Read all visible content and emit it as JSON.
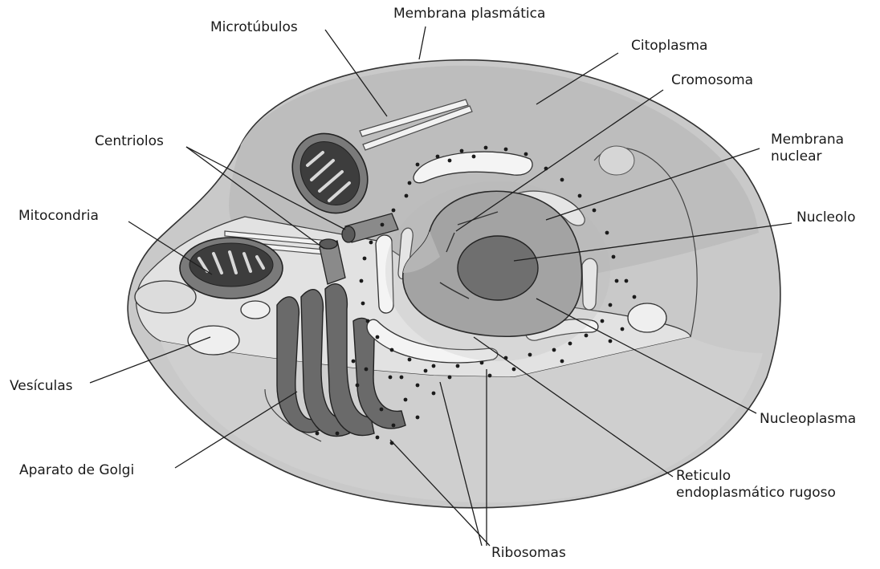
{
  "labels": {
    "membrana_plasmatica": "Membrana plasmática",
    "microtubulos": "Microtúbulos",
    "citoplasma": "Citoplasma",
    "cromosoma": "Cromosoma",
    "centriolos": "Centriolos",
    "membrana_nuclear_1": "Membrana",
    "membrana_nuclear_2": "nuclear",
    "mitocondria": "Mitocondria",
    "nucleolo": "Nucleolo",
    "vesiculas": "Vesículas",
    "nucleoplasma": "Nucleoplasma",
    "aparato_golgi": "Aparato de Golgi",
    "reticulo_1": "Reticulo",
    "reticulo_2": "endoplasmático rugoso",
    "ribosomas": "Ribosomas"
  },
  "colors": {
    "background": "#ffffff",
    "cell_body": "#c9c9c9",
    "cytoplasm_top": "#bdbdbd",
    "cut_face": "#e2e2e2",
    "nucleus": "#a3a3a3",
    "nucleolus": "#6f6f6f",
    "organelle_dark": "#5a5a5a",
    "organelle_light": "#f4f4f4",
    "ribosome": "#1b1b1b",
    "text": "#1a1a1a"
  }
}
